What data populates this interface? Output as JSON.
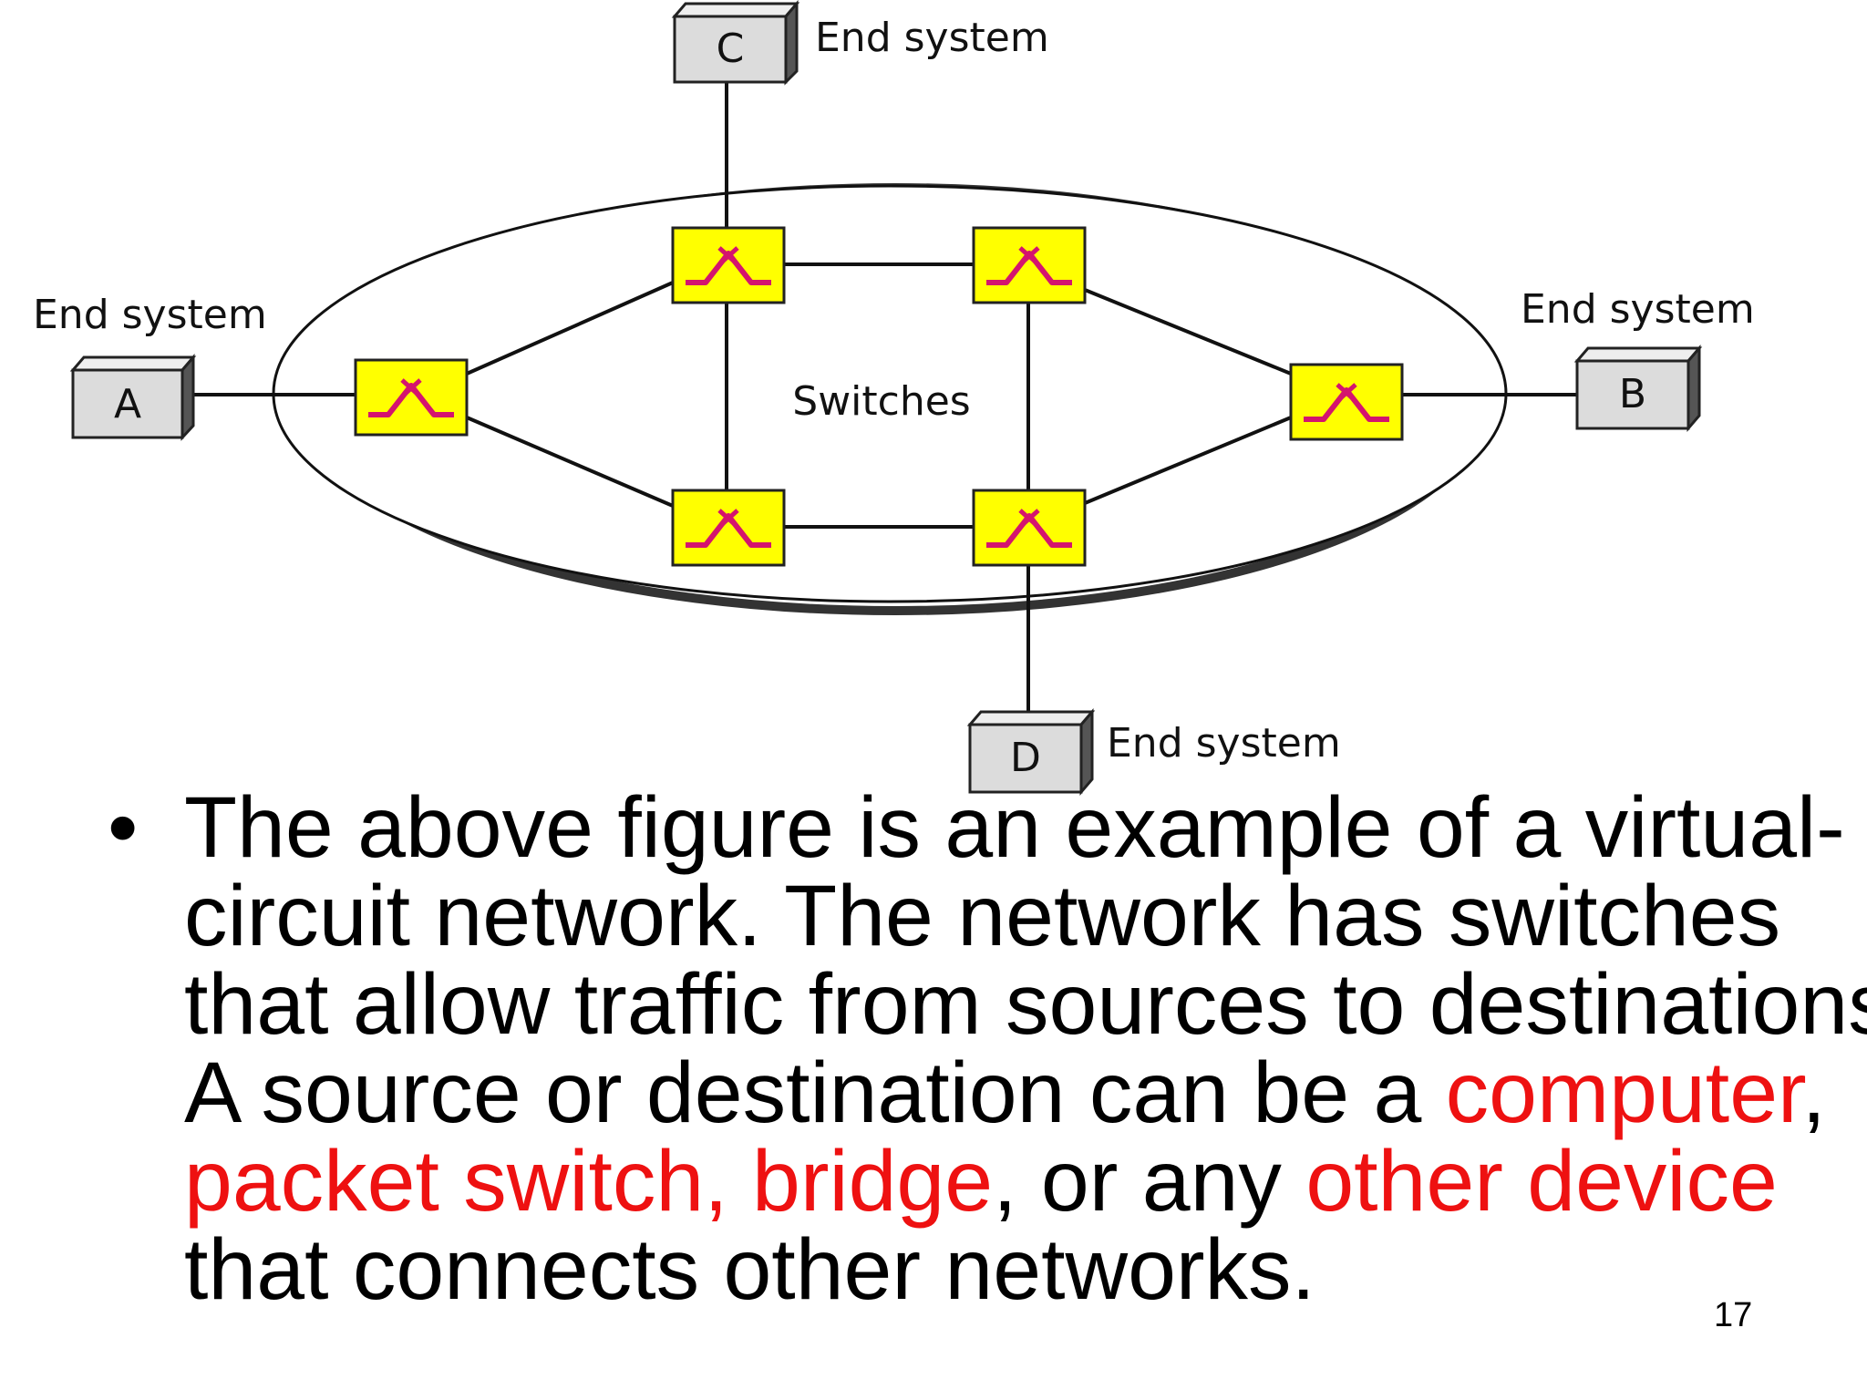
{
  "diagram": {
    "nodes": {
      "a": {
        "letter": "A",
        "label": "End system"
      },
      "b": {
        "letter": "B",
        "label": "End system"
      },
      "c": {
        "letter": "C",
        "label": "End system"
      },
      "d": {
        "letter": "D",
        "label": "End system"
      }
    },
    "network_label": "Switches",
    "colors": {
      "switch_fill": "#ffff00",
      "switch_symbol": "#d4146e",
      "end_system_fill": "#dcdcdc",
      "end_system_side": "#555555",
      "line": "#111111"
    },
    "icons": {
      "switch": "switch-icon",
      "end_system": "end-system-box-icon"
    }
  },
  "text": {
    "bullet": "•",
    "l1": "The above figure is an example of a virtual-",
    "l2": "circuit network. The network has switches",
    "l3": "that allow traffic from sources to destinations.",
    "l4a": "A source or destination can be a ",
    "l4b": "computer",
    "l4c": ",",
    "l5a": "packet switch, bridge",
    "l5b": ", or any ",
    "l5c": "other device",
    "l6": "that connects other networks.",
    "highlight_color": "#ee1111"
  },
  "page_number": "17"
}
